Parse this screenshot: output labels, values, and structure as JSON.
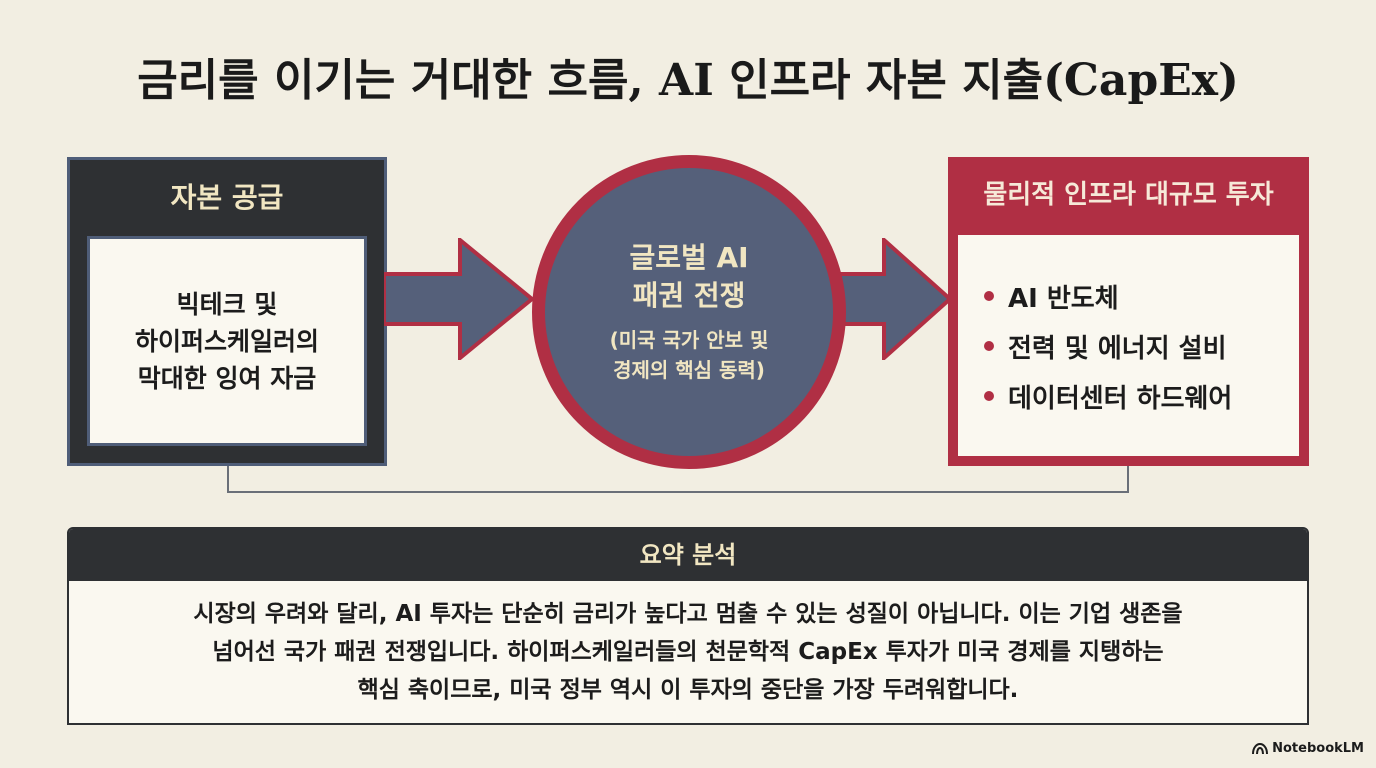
{
  "title": "금리를 이기는 거대한 흐름, AI 인프라 자본 지출(CapEx)",
  "supply": {
    "header": "자본 공급",
    "lines": [
      "빅테크 및",
      "하이퍼스케일러의",
      "막대한 잉여 자금"
    ]
  },
  "center": {
    "title_lines": [
      "글로벌 AI",
      "패권 전쟁"
    ],
    "sub_lines": [
      "(미국 국가 안보 및",
      "경제의 핵심 동력)"
    ]
  },
  "investment": {
    "header": "물리적 인프라 대규모 투자",
    "items": [
      "AI 반도체",
      "전력 및 에너지 설비",
      "데이터센터 하드웨어"
    ]
  },
  "summary": {
    "header": "요약 분석",
    "lines": [
      "시장의 우려와 달리, AI 투자는 단순히 금리가 높다고 멈출 수 있는 성질이 아닙니다. 이는 기업 생존을",
      "넘어선 국가 패권 전쟁입니다. 하이퍼스케일러들의 천문학적 CapEx 투자가 미국 경제를 지탱하는",
      "핵심 축이므로, 미국 정부 역시 이 투자의 중단을 가장 두려워합니다."
    ]
  },
  "watermark": "NotebookLM",
  "colors": {
    "background": "#f2eee2",
    "navy": "#4f5d78",
    "crimson": "#b02f44",
    "charcoal": "#2e3033",
    "cream_text": "#f1e6c2"
  }
}
